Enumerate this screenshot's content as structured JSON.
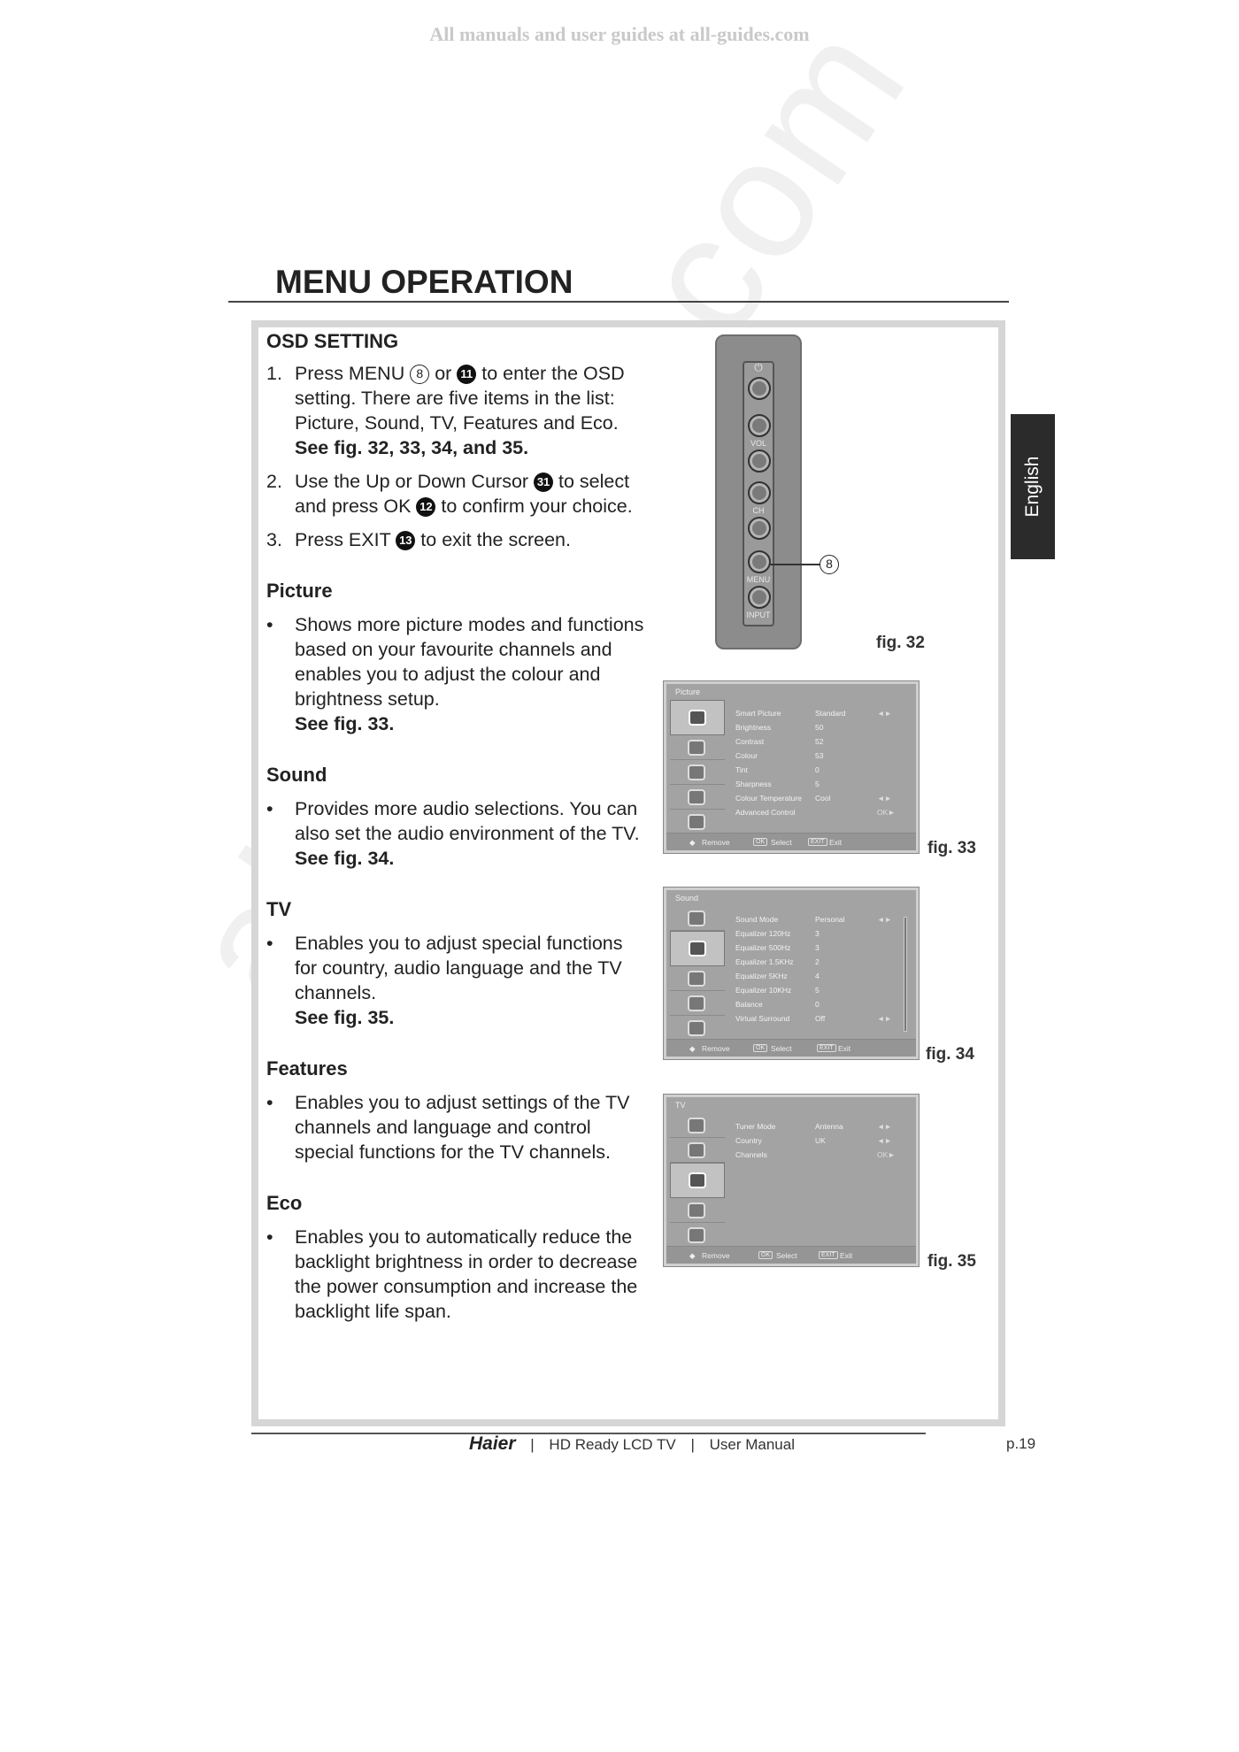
{
  "watermark_top": "All manuals and user guides at all-guides.com",
  "watermark_diagonal": "all-guides.com",
  "page_title": "MENU OPERATION",
  "lang_tab": "English",
  "osd": {
    "heading": "OSD SETTING",
    "items": [
      {
        "num": "1.",
        "pre": "Press MENU ",
        "m1": "8",
        "mid": " or ",
        "m2": "11",
        "post": " to enter the OSD setting. There are five items in the list: Picture, Sound, TV, Features and Eco.",
        "see": "See fig. 32, 33, 34, and 35."
      },
      {
        "num": "2.",
        "pre": "Use the Up or Down Cursor ",
        "m1": "31",
        "mid": " to select and press OK ",
        "m2": "12",
        "post": " to confirm your choice."
      },
      {
        "num": "3.",
        "pre": "Press EXIT ",
        "m1": "13",
        "post": " to exit the screen."
      }
    ]
  },
  "sections": [
    {
      "heading": "Picture",
      "text": "Shows more picture modes and functions based on your favourite channels and enables you to adjust the colour and brightness setup.",
      "see": "See fig. 33."
    },
    {
      "heading": "Sound",
      "text": "Provides more audio selections. You can also set the audio environment of the TV.",
      "see": "See fig. 34."
    },
    {
      "heading": "TV",
      "text": "Enables you to adjust special functions for country, audio language and the TV channels.",
      "see": "See fig. 35."
    },
    {
      "heading": "Features",
      "text": "Enables you to adjust settings of the TV channels and language and control special functions for the TV channels."
    },
    {
      "heading": "Eco",
      "text": "Enables you to automatically reduce the backlight brightness in order to decrease the power consumption and increase the backlight life span."
    }
  ],
  "bullet": "•",
  "remote": {
    "labels": [
      "VOL",
      "CH",
      "MENU",
      "INPUT"
    ],
    "callout": "8",
    "fig": "fig. 32"
  },
  "screens": {
    "picture": {
      "title": "Picture",
      "fig": "fig. 33",
      "rows": [
        {
          "k": "Smart Picture",
          "v": "Standard",
          "a": "◄►"
        },
        {
          "k": "Brightness",
          "v": "50",
          "a": ""
        },
        {
          "k": "Contrast",
          "v": "52",
          "a": ""
        },
        {
          "k": "Colour",
          "v": "53",
          "a": ""
        },
        {
          "k": "Tint",
          "v": "0",
          "a": ""
        },
        {
          "k": "Sharpness",
          "v": "5",
          "a": ""
        },
        {
          "k": "Colour Temperature",
          "v": "Cool",
          "a": "◄►"
        },
        {
          "k": "Advanced Control",
          "v": "",
          "a": "OK►"
        }
      ]
    },
    "sound": {
      "title": "Sound",
      "fig": "fig. 34",
      "rows": [
        {
          "k": "Sound Mode",
          "v": "Personal",
          "a": "◄►"
        },
        {
          "k": "Equalizer 120Hz",
          "v": "3",
          "a": ""
        },
        {
          "k": "Equalizer 500Hz",
          "v": "3",
          "a": ""
        },
        {
          "k": "Equalizer 1.5KHz",
          "v": "2",
          "a": ""
        },
        {
          "k": "Equalizer 5KHz",
          "v": "4",
          "a": ""
        },
        {
          "k": "Equalizer 10KHz",
          "v": "5",
          "a": ""
        },
        {
          "k": "Balance",
          "v": "0",
          "a": ""
        },
        {
          "k": "Virtual Surround",
          "v": "Off",
          "a": "◄►"
        }
      ]
    },
    "tv": {
      "title": "TV",
      "fig": "fig. 35",
      "rows": [
        {
          "k": "Tuner Mode",
          "v": "Antenna",
          "a": "◄►"
        },
        {
          "k": "Country",
          "v": "UK",
          "a": "◄►"
        },
        {
          "k": "Channels",
          "v": "",
          "a": "OK►"
        }
      ]
    },
    "bar": {
      "move": "Remove",
      "ok": "OK",
      "select": "Select",
      "exit_btn": "EXIT",
      "exit": "Exit"
    }
  },
  "footer": {
    "brand": "Haier",
    "sep": "|",
    "product": "HD Ready LCD TV",
    "doc": "User Manual",
    "page": "p.19"
  }
}
